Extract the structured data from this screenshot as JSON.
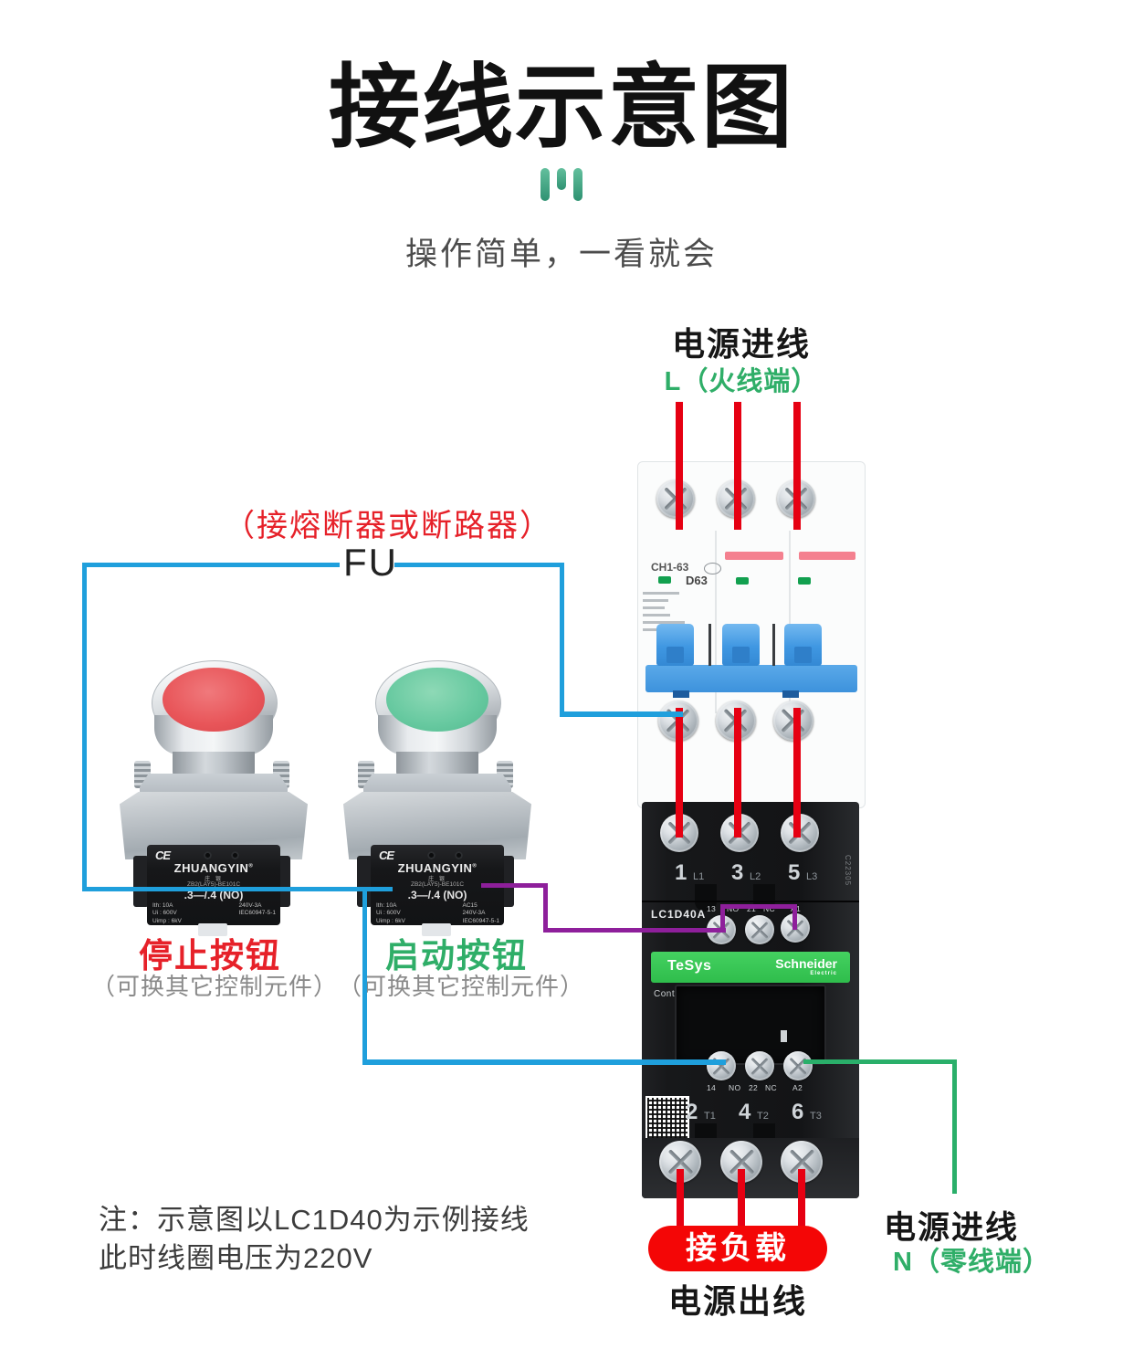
{
  "page": {
    "title": "接线示意图",
    "subtitle": "操作简单，一看就会"
  },
  "colors": {
    "wire_red": "#e60012",
    "wire_blue": "#1f9fdc",
    "wire_purple": "#8e1f9b",
    "wire_green": "#2aaf6a",
    "accent_green": "#2fae68",
    "accent_red": "#e62129",
    "load_red": "#f40606",
    "breaker_blue": "#3f97e2",
    "banner_green": "#3dcd58"
  },
  "top_label": {
    "line1": "电源进线",
    "line2": "L（火线端）"
  },
  "fuse_hint": {
    "note": "（接熔断器或断路器）",
    "tag": "FU"
  },
  "breaker": {
    "model": "CH1-63",
    "rating": "D63"
  },
  "buttons": {
    "stop": {
      "name": "停止按钮",
      "hint": "（可换其它控制元件）"
    },
    "start": {
      "name": "启动按钮",
      "hint": "（可换其它控制元件）"
    },
    "block": {
      "ce": "CE",
      "brand": "ZHUANGYIN",
      "brand_mark": "®",
      "brand_cn": "庄 银",
      "model": "ZB2(LAY5)-BE101C",
      "contact": ".3—/.4 (NO)",
      "ith": "Ith: 10A",
      "ui": "Ui : 600V",
      "uimp": "Uimp : 6kV",
      "ac15": "AC15",
      "rating": "240V-3A",
      "std": "IEC60947-5-1"
    }
  },
  "contactor": {
    "model": "LC1D40A",
    "side_code": "C22305",
    "top_terminals": [
      {
        "num": "1",
        "sub": "L1"
      },
      {
        "num": "3",
        "sub": "L2"
      },
      {
        "num": "5",
        "sub": "L3"
      }
    ],
    "coil_top": [
      "13",
      "NO",
      "21",
      "NC",
      "A1"
    ],
    "banner": {
      "series": "TeSys",
      "brand": "Schneider",
      "brand_sub": "Electric"
    },
    "control": "Control",
    "coil_bottom": [
      "14",
      "NO",
      "22",
      "NC",
      "A2"
    ],
    "bottom_terminals": [
      {
        "num": "2",
        "sub": "T1"
      },
      {
        "num": "4",
        "sub": "T2"
      },
      {
        "num": "6",
        "sub": "T3"
      }
    ]
  },
  "bottom": {
    "load": "接负载",
    "power_out": "电源出线",
    "note1": "注：示意图以LC1D40为示例接线",
    "note2": "此时线圈电压为220V",
    "power_in": "电源进线",
    "neutral": "N（零线端）"
  }
}
